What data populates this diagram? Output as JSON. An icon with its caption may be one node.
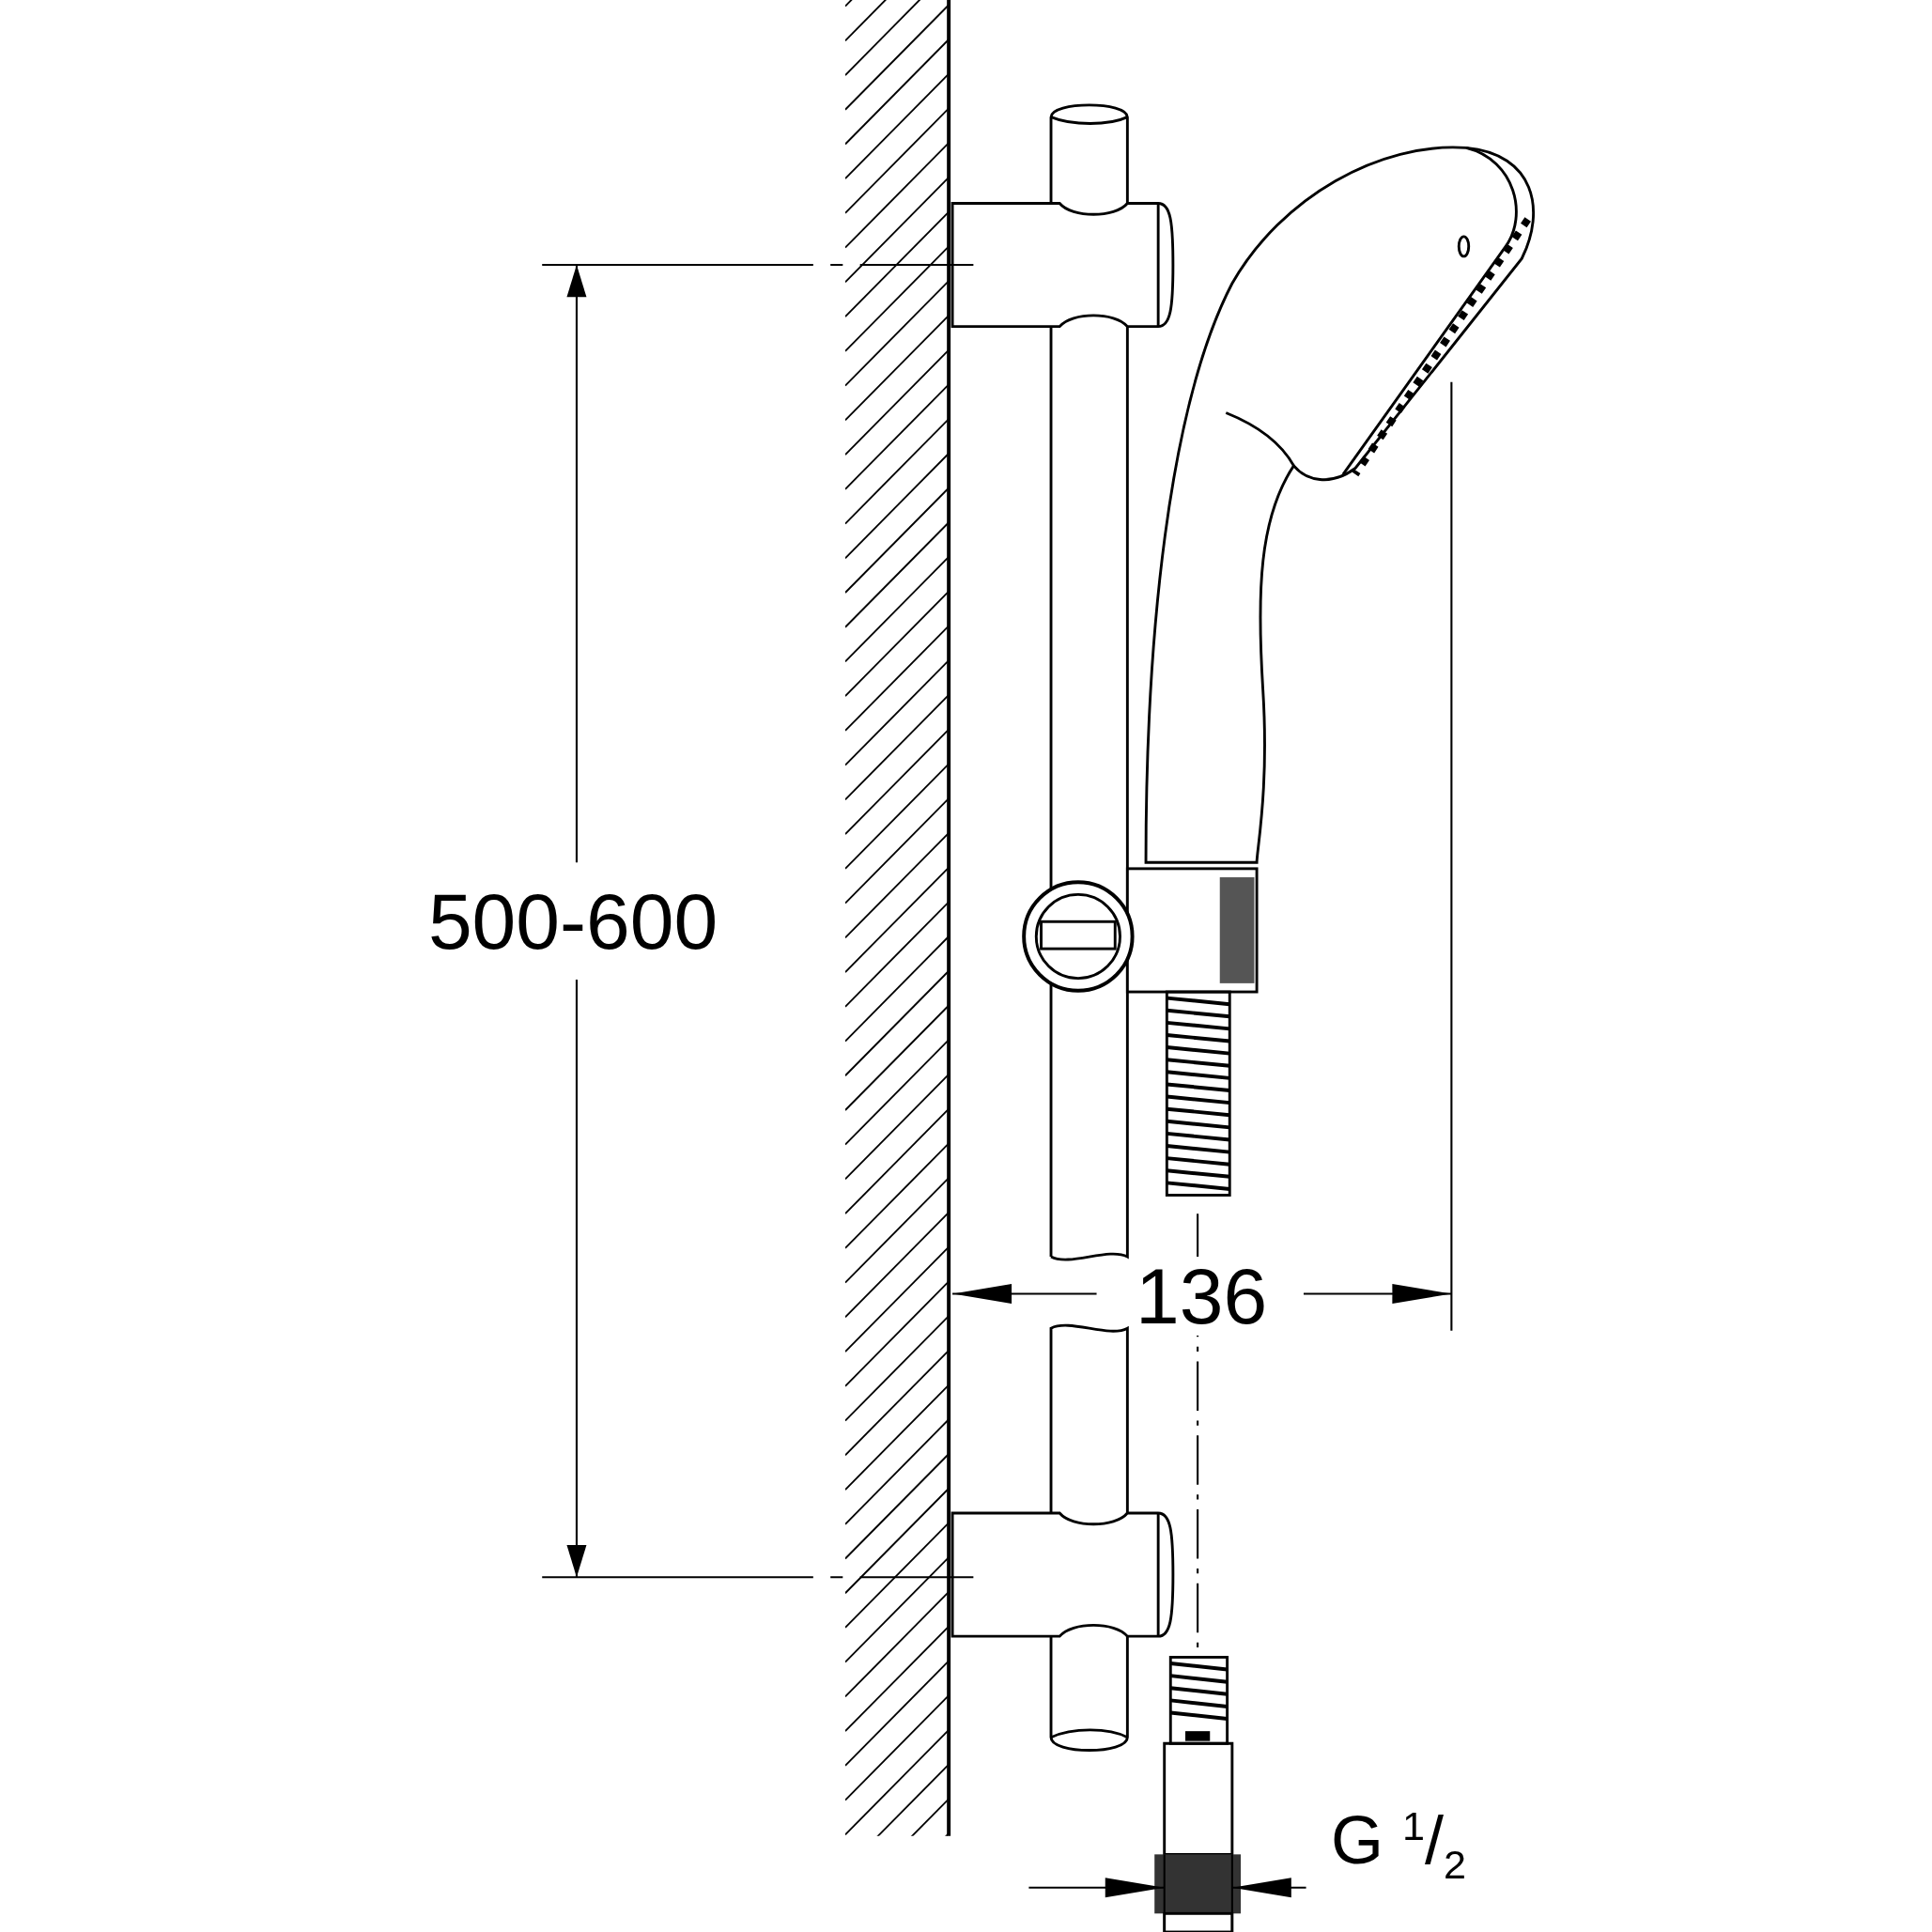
{
  "diagram": {
    "labels": [
      "500-600",
      "136",
      "G $^{1}$/$_{2}$"
    ]
  }
}
